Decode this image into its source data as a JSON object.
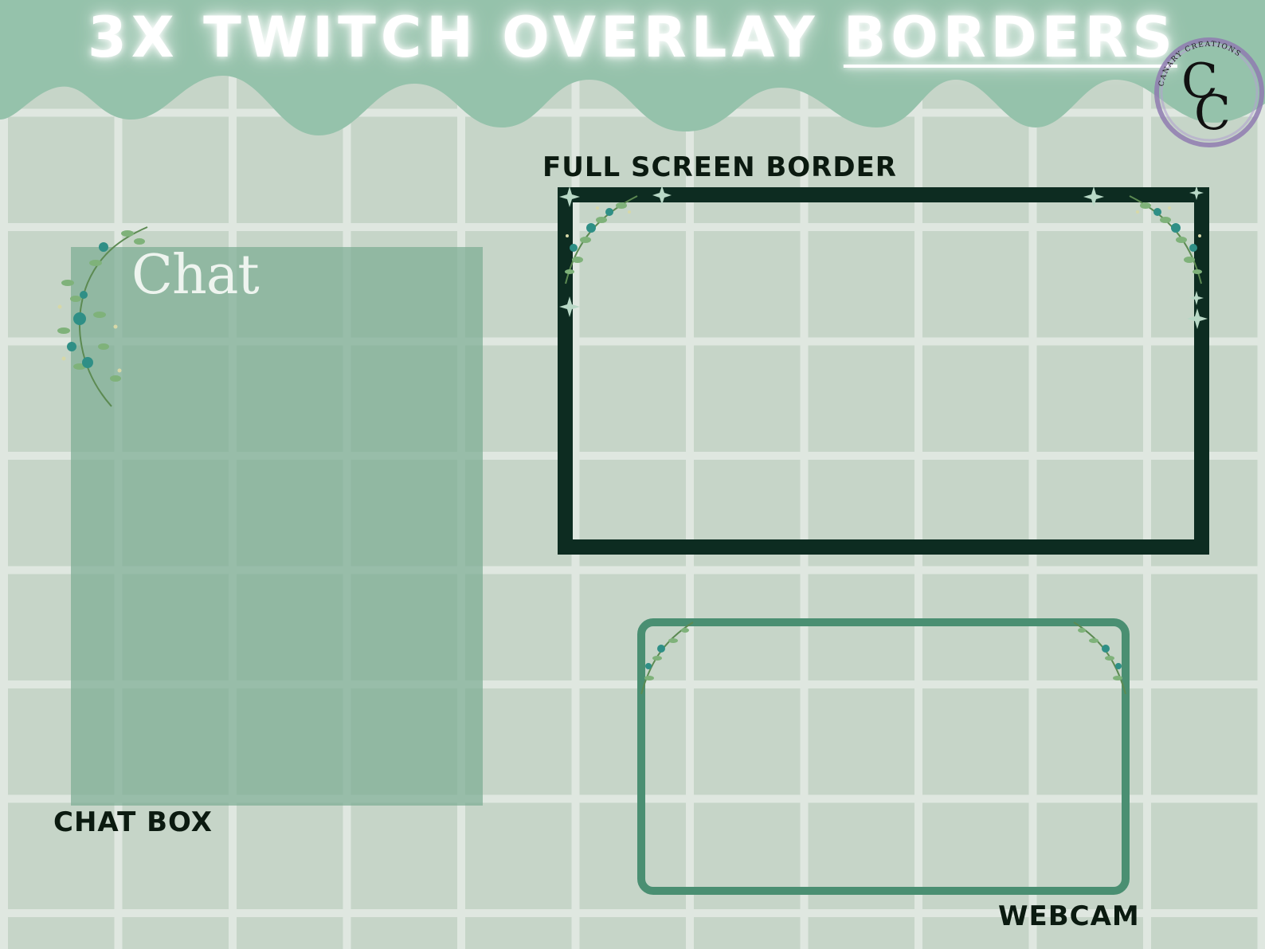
{
  "title": {
    "prefix": "3X TWITCH OVERLAY",
    "highlight": "BORDERS"
  },
  "logo": {
    "monogram_top": "C",
    "monogram_bottom": "C",
    "ring_text": "CANARY CREATIONS"
  },
  "sections": {
    "full_screen_label": "FULL SCREEN BORDER",
    "chat_box_label": "CHAT BOX",
    "webcam_label": "WEBCAM"
  },
  "chat": {
    "heading": "Chat"
  },
  "colors": {
    "background": "#c6d5c8",
    "grid_lines": "#dfe7e0",
    "drip": "#95c2ab",
    "chat_panel": "#7dad93",
    "full_border": "#0d2c21",
    "webcam_border": "#4a8f72",
    "logo_ring": "#8f7bb0"
  }
}
